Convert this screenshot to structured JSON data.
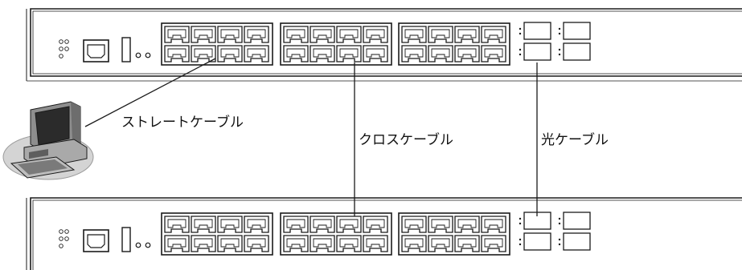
{
  "labels": {
    "straight_cable": "ストレートケーブル",
    "cross_cable": "クロスケーブル",
    "optical_cable": "光ケーブル"
  },
  "switches": [
    {
      "name": "upper-switch"
    },
    {
      "name": "lower-switch"
    }
  ],
  "port_groups_per_switch": 3,
  "ports_per_row": 4,
  "rows_per_group": 2,
  "sfp_slots": 4,
  "colors": {
    "line": "#1a1a1a",
    "panel": "#ffffff",
    "pc_body": "#9a9a9a",
    "pc_shadow": "#cfcfcf"
  }
}
